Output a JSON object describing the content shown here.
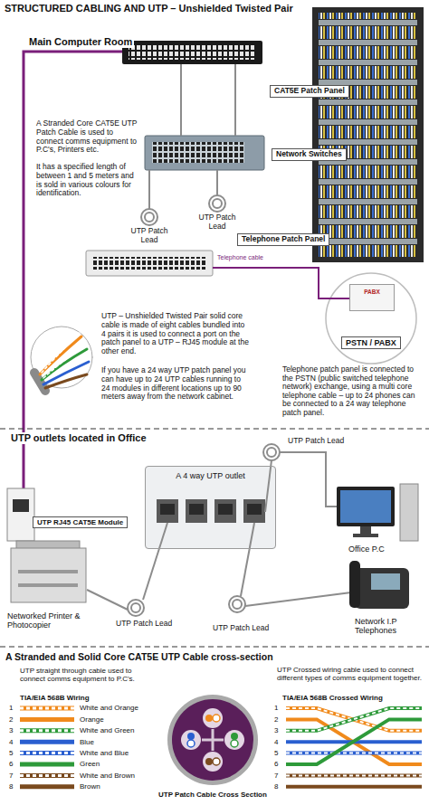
{
  "diagram": {
    "title": "STRUCTURED CABLING AND UTP – Unshielded Twisted Pair",
    "nodes": [
      {
        "text": [
          "CAT5E Patch Panel"
        ]
      },
      {
        "text": [
          "Network Switches"
        ]
      },
      {
        "text": [
          "Telephone Patch Panel"
        ]
      },
      {
        "text": [
          "PABX"
        ]
      },
      {
        "text": [
          "PSTN / PABX"
        ]
      },
      {
        "text": [
          "UTP RJ45 CAT5E Module"
        ]
      },
      {
        "text": [
          "A 4 way UTP outlet"
        ]
      }
    ],
    "labels": [
      "Main Computer Room",
      "A Stranded Core CAT5E UTP Patch Cable is used to connect comms equipment to P.C's, Printers etc.",
      "It has a specified length of between 1 and 5 meters and is sold in various colours for identification.",
      "UTP Patch Lead",
      "UTP Patch Lead",
      "Telephone cable",
      "UTP – Unshielded Twisted Pair solid core cable is made of eight cables bundled into 4 pairs it is used to connect a port on the patch panel to a UTP – RJ45 module at the other end.",
      "If you have a 24 way UTP patch panel you can have up to 24 UTP cables running to 24 modules in different locations up to 90 meters away from the network cabinet.",
      "Telephone patch panel is connected to the PSTN (public switched telephone network) exchange, using a multi core telephone cable – up to 24 phones can be connected to a 24 way telephone patch panel.",
      "UTP outlets located in Office",
      "UTP Patch Lead",
      "Office P.C",
      "Networked Printer & Photocopier",
      "UTP Patch Lead",
      "UTP Patch Lead",
      "Network I.P Telephones",
      "A Stranded and Solid Core CAT5E UTP Cable cross-section",
      "UTP straight through cable used to connect comms equipment to P.C's.",
      "TIA/EIA 568B Wiring",
      "1",
      "2",
      "3",
      "4",
      "5",
      "6",
      "7",
      "8",
      "White and Orange",
      "Orange",
      "White and Green",
      "Blue",
      "White and Blue",
      "Green",
      "White and Brown",
      "Brown",
      "UTP Patch Cable Cross Section",
      "UTP Crossed wiring cable used to connect different types of comms equipment together.",
      "TIA/EIA 568B Crossed Wiring",
      "1",
      "2",
      "3",
      "4",
      "5",
      "6",
      "7",
      "8"
    ]
  }
}
